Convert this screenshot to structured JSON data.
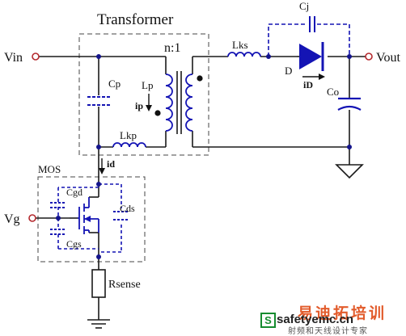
{
  "labels": {
    "transformer": "Transformer",
    "vin": "Vin",
    "vout": "Vout",
    "vg": "Vg",
    "ratio": "n:1",
    "lks": "Lks",
    "cj": "Cj",
    "diode": "D",
    "id_diode": "iD",
    "co": "Co",
    "cp": "Cp",
    "lp": "Lp",
    "ip": "ip",
    "lkp": "Lkp",
    "id": "id",
    "mos": "MOS",
    "cgd": "Cgd",
    "cds": "Cds",
    "cgs": "Cgs",
    "rsense": "Rsense"
  },
  "watermark": {
    "logo_letter": "S",
    "title": "易迪拓培训",
    "site": "safetyemc.cn",
    "subtitle": "射频和天线设计专家"
  },
  "colors": {
    "wire": "#1a1a1a",
    "component": "#1414b4",
    "dash_box": "#444444",
    "node": "#14148c",
    "terminal": "#b4282d",
    "watermark_accent": "#e25b2b",
    "watermark_logo": "#168c2f"
  }
}
